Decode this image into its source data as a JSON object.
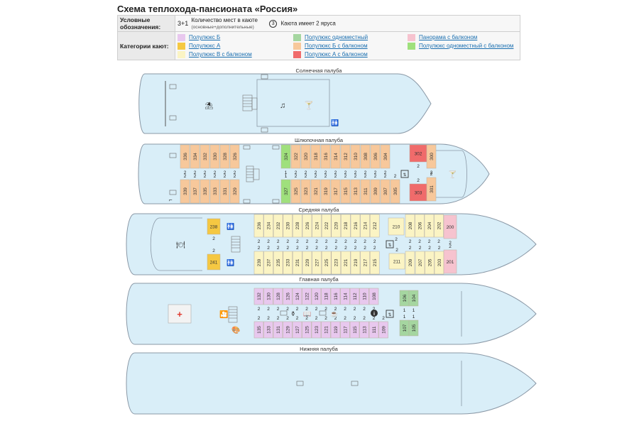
{
  "title": "Схема теплохода-пансионата «Россия»",
  "legend": {
    "notation_label": "Условные обозначения:",
    "places_example": "3+1",
    "places_text": "Количество мест в каюте",
    "places_sub": "(основные+дополнительные)",
    "tier_number": "3",
    "tier_text": "Каюта имеет 2 яруса",
    "categories_label": "Категории кают:",
    "categories": [
      {
        "key": "pb",
        "label": "Полулюкс Б",
        "color": "#e8c8ee"
      },
      {
        "key": "po",
        "label": "Полулюкс одноместный",
        "color": "#a5d6a0"
      },
      {
        "key": "pan",
        "label": "Панорама с балконом",
        "color": "#f6c3cf"
      },
      {
        "key": "pa",
        "label": "Полулюкс А",
        "color": "#f5c842"
      },
      {
        "key": "pbb",
        "label": "Полулюкс Б с балконом",
        "color": "#f7c89b"
      },
      {
        "key": "pob",
        "label": "Полулюкс одноместный с балконом",
        "color": "#9fe07c"
      },
      {
        "key": "pvb",
        "label": "Полулюкс В с балконом",
        "color": "#fbf4c4"
      },
      {
        "key": "pab",
        "label": "Полулюкс А с балконом",
        "color": "#f06b6b"
      }
    ]
  },
  "colors": {
    "hull": "#d9eef8",
    "hull_stroke": "#8a98a6",
    "pb": "#e8c8ee",
    "po": "#a5d6a0",
    "pan": "#f6c3cf",
    "pa": "#f5c842",
    "pbb": "#f7c89b",
    "pob": "#9fe07c",
    "pvb": "#fbf4c4",
    "pab": "#f06b6b"
  },
  "decks": {
    "sun": {
      "name": "Солнечная палуба"
    },
    "boat": {
      "name": "Шлюпочная палуба",
      "top": [
        "336",
        "334",
        "332",
        "330",
        "328",
        "326",
        "324",
        "322",
        "320",
        "318",
        "316",
        "314",
        "312",
        "310",
        "308",
        "306",
        "304",
        "302",
        "300"
      ],
      "top_counts": [
        "2",
        "2",
        "2",
        "2",
        "2",
        "2",
        "1",
        "2",
        "2",
        "2",
        "2",
        "2",
        "2",
        "2",
        "2",
        "2",
        "2",
        "2",
        "2"
      ],
      "bottom": [
        "339",
        "337",
        "335",
        "333",
        "331",
        "329",
        "327",
        "325",
        "323",
        "321",
        "319",
        "317",
        "315",
        "313",
        "311",
        "309",
        "307",
        "305",
        "303",
        "301"
      ],
      "bottom_counts": [
        "2",
        "2",
        "2",
        "2",
        "2",
        "2",
        "1",
        "2",
        "2",
        "2",
        "2",
        "2",
        "2",
        "2",
        "2",
        "2",
        "2",
        "2",
        "2",
        "2"
      ]
    },
    "middle": {
      "name": "Средняя палуба",
      "top": [
        "238",
        "236",
        "234",
        "232",
        "230",
        "228",
        "226",
        "224",
        "222",
        "220",
        "218",
        "216",
        "214",
        "212",
        "210",
        "208",
        "206",
        "204",
        "202",
        "200"
      ],
      "top_counts": [
        "2",
        "2",
        "2",
        "2",
        "2",
        "2",
        "2",
        "2",
        "2",
        "2",
        "2",
        "2",
        "2",
        "2",
        "2",
        "2",
        "2",
        "2",
        "2",
        "2"
      ],
      "bottom": [
        "241",
        "239",
        "237",
        "235",
        "233",
        "231",
        "229",
        "227",
        "225",
        "223",
        "221",
        "219",
        "217",
        "215",
        "211",
        "209",
        "207",
        "205",
        "203",
        "201"
      ],
      "bottom_counts": [
        "2",
        "2",
        "2",
        "2",
        "2",
        "2",
        "2",
        "2",
        "2",
        "2",
        "2",
        "2",
        "2",
        "2",
        "2",
        "2",
        "2",
        "2",
        "2",
        "2"
      ]
    },
    "main": {
      "name": "Главная палуба",
      "top": [
        "132",
        "130",
        "128",
        "126",
        "124",
        "122",
        "120",
        "118",
        "116",
        "114",
        "112",
        "110",
        "108",
        "106",
        "104"
      ],
      "top_counts": [
        "2",
        "2",
        "2",
        "2",
        "2",
        "2",
        "2",
        "2",
        "2",
        "2",
        "2",
        "2",
        "2",
        "1",
        "1"
      ],
      "bottom": [
        "135",
        "133",
        "131",
        "129",
        "127",
        "125",
        "123",
        "121",
        "119",
        "117",
        "115",
        "113",
        "111",
        "109",
        "107",
        "105"
      ],
      "bottom_counts": [
        "2",
        "2",
        "2",
        "2",
        "2",
        "2",
        "2",
        "2",
        "2",
        "2",
        "2",
        "2",
        "2",
        "2",
        "1",
        "1"
      ]
    },
    "lower": {
      "name": "Нижняя палуба"
    }
  },
  "icons": [
    "beach-umbrella-icon",
    "music-icon",
    "cocktail-icon",
    "restroom-icon",
    "elevator-icon",
    "restaurant-icon",
    "first-aid-icon",
    "cinema-icon",
    "library-icon",
    "coffee-icon",
    "hairdryer-icon",
    "info-icon",
    "paint-palette-icon",
    "stairs-icon",
    "radiator-icon"
  ]
}
